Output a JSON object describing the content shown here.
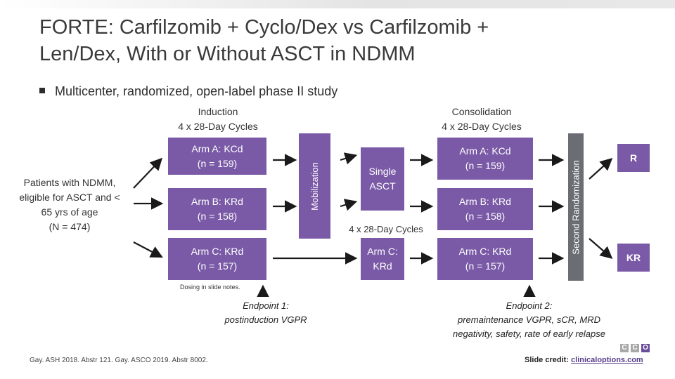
{
  "title": {
    "line1": "FORTE: Carfilzomib + Cyclo/Dex vs Carfilzomib +",
    "line2": "Len/Dex, With or Without ASCT in NDMM"
  },
  "bullet": "Multicenter, randomized, open-label phase II study",
  "induction_header": {
    "line1": "Induction",
    "line2": "4 x 28-Day Cycles"
  },
  "consolidation_header": {
    "line1": "Consolidation",
    "line2": "4 x 28-Day Cycles"
  },
  "patients": {
    "line1": "Patients with NDMM,",
    "line2": "eligible for ASCT and <",
    "line3": "65 yrs of age",
    "line4": "(N = 474)"
  },
  "induction_arms": [
    {
      "name": "Arm A: KCd",
      "n": "(n = 159)"
    },
    {
      "name": "Arm B: KRd",
      "n": "(n = 158)"
    },
    {
      "name": "Arm C: KRd",
      "n": "(n = 157)"
    }
  ],
  "mobilization": "Mobilization",
  "single_asct": {
    "line1": "Single",
    "line2": "ASCT"
  },
  "asct_cycles": "4 x 28-Day Cycles",
  "arm_c_kRd": {
    "line1": "Arm C:",
    "line2": "KRd"
  },
  "consolidation_arms": [
    {
      "name": "Arm A: KCd",
      "n": "(n = 159)"
    },
    {
      "name": "Arm B: KRd",
      "n": "(n = 158)"
    },
    {
      "name": "Arm C: KRd",
      "n": "(n = 157)"
    }
  ],
  "second_randomization": "Second Randomization",
  "maintenance": {
    "r": "R",
    "kr": "KR"
  },
  "dosing_note": "Dosing in slide notes.",
  "endpoint1": {
    "line1": "Endpoint 1:",
    "line2": "postinduction VGPR"
  },
  "endpoint2": {
    "line1": "Endpoint 2:",
    "line2": "premaintenance VGPR, sCR, MRD",
    "line3": "negativity, safety, rate of early relapse"
  },
  "footer_refs": "Gay. ASH 2018. Abstr 121. Gay. ASCO 2019. Abstr 8002.",
  "slide_credit": {
    "label": "Slide credit:",
    "link": "clinicaloptions.com"
  },
  "logo_letters": [
    "C",
    "C",
    "O"
  ],
  "colors": {
    "purple": "#7a5aa6",
    "dark_purple": "#5c3f8f",
    "gray_bar": "#6a6e73"
  }
}
